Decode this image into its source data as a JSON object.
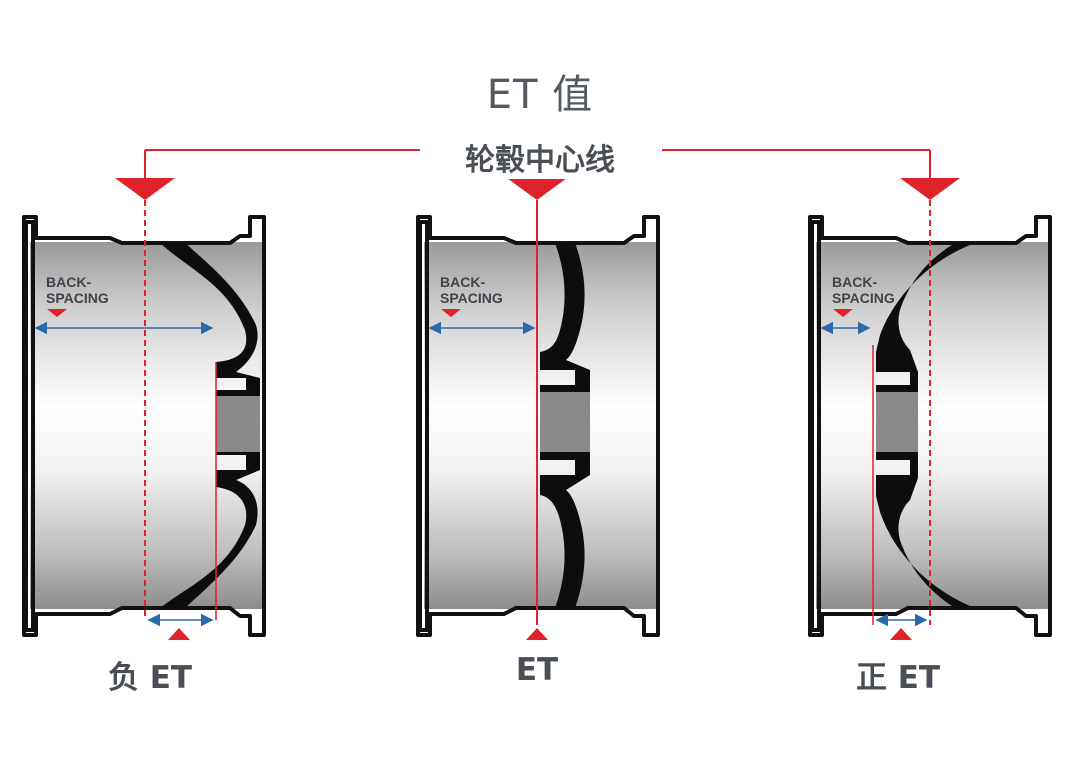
{
  "title": "ET 值",
  "centerline_label": "轮毂中心线",
  "backspacing_label_line1": "BACK-",
  "backspacing_label_line2": "SPACING",
  "wheels": [
    {
      "label": "负 ET",
      "offset": "negative"
    },
    {
      "label": "ET",
      "offset": "zero"
    },
    {
      "label": "正 ET",
      "offset": "positive"
    }
  ],
  "colors": {
    "centerline": "#e0232b",
    "backspacing_arrow": "#2a6aa8",
    "text": "#4a4f55",
    "wheel_outline": "#111111",
    "hub": "#8a8a8a"
  }
}
